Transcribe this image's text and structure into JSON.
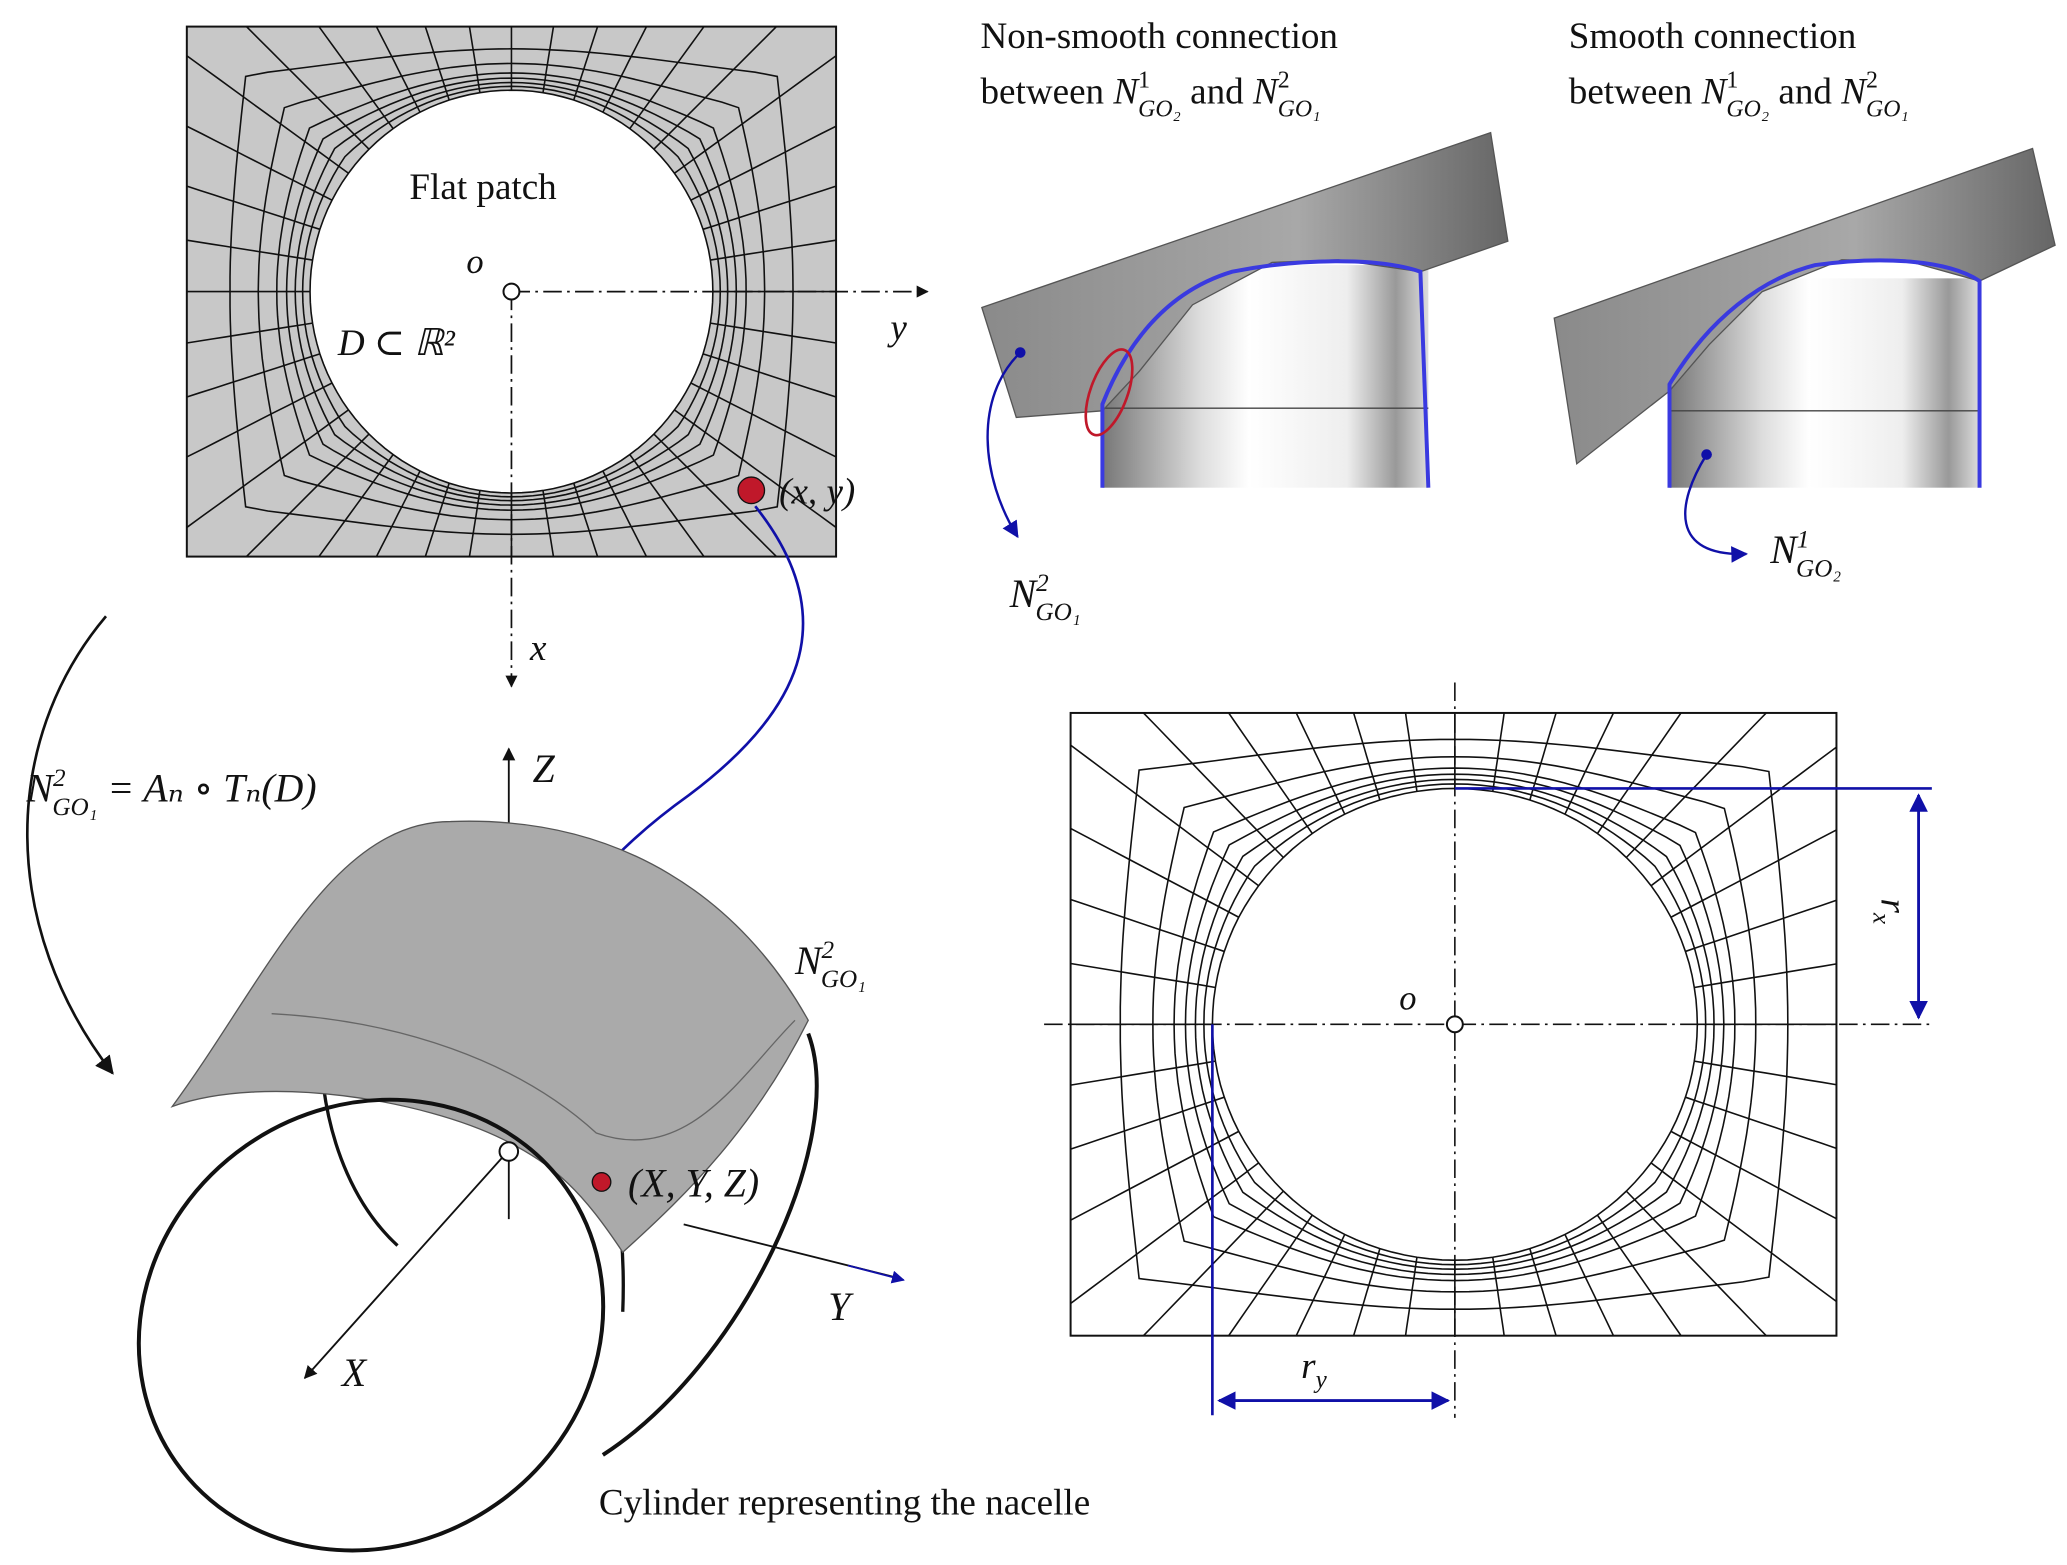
{
  "flat_patch": {
    "title": "Flat patch",
    "origin": "o",
    "domain": "D ⊂ ℝ²",
    "axis_y": "y",
    "axis_x": "x",
    "point": "(x, y)"
  },
  "non_smooth": {
    "line1": "Non-smooth connection",
    "line2_a": "between ",
    "n1": "N",
    "n1_sup": "1",
    "n1_sub": "GO₂",
    "and": " and ",
    "n2": "N",
    "n2_sup": "2",
    "n2_sub": "GO₁",
    "label": "N",
    "label_sup": "2",
    "label_sub": "GO₁"
  },
  "smooth": {
    "line1": "Smooth connection",
    "line2_a": "between ",
    "n1": "N",
    "n1_sup": "1",
    "n1_sub": "GO₂",
    "and": " and ",
    "n2": "N",
    "n2_sup": "2",
    "n2_sub": "GO₁",
    "label": "N",
    "label_sup": "1",
    "label_sub": "GO₂"
  },
  "mapping": {
    "lhs": "N",
    "lhs_sup": "2",
    "lhs_sub": "GO₁",
    "rhs": " = Aₙ ∘ Tₙ(D)"
  },
  "cylinder": {
    "axis_Z": "Z",
    "axis_X": "X",
    "axis_Y": "Y",
    "point": "(X, Y, Z)",
    "surface": "N",
    "surface_sup": "2",
    "surface_sub": "GO₁",
    "caption": "Cylinder representing the nacelle"
  },
  "dimension_patch": {
    "origin": "o",
    "rx": "r",
    "rx_sub": "x",
    "ry": "r",
    "ry_sub": "y"
  },
  "colors": {
    "mesh_fill": "#c8c8c8",
    "blue": "#1010a8",
    "edge_blue": "#3a3ae0",
    "red": "#c0182a"
  }
}
